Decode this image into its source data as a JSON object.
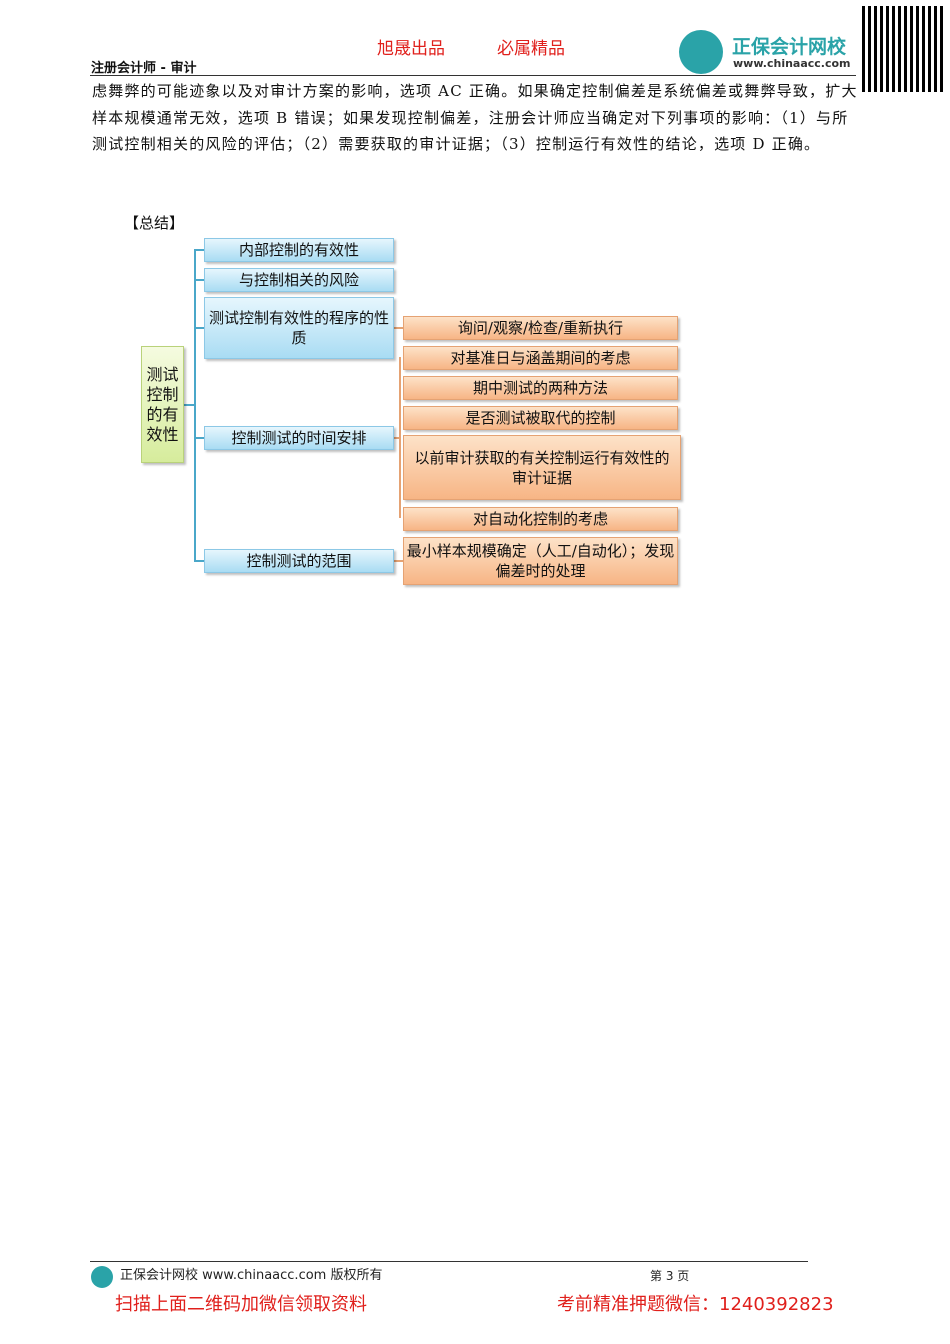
{
  "header": {
    "slogan_left": "旭晟出品",
    "slogan_right": "必属精品",
    "subject": "注册会计师 - 审计",
    "logo_cn": "正保会计网校",
    "logo_url": "www.chinaacc.com"
  },
  "body": {
    "paragraph": "虑舞弊的可能迹象以及对审计方案的影响，选项 AC 正确。如果确定控制偏差是系统偏差或舞弊导致，扩大样本规模通常无效，选项 B 错误；如果发现控制偏差，注册会计师应当确定对下列事项的影响：（1）与所测试控制相关的风险的评估；（2）需要获取的审计证据；（3）控制运行有效性的结论，选项 D 正确。",
    "summary_label": "【总结】"
  },
  "diagram": {
    "root": "测试控制的有效性",
    "branches": [
      "内部控制的有效性",
      "与控制相关的风险",
      "测试控制有效性的程序的性质",
      "控制测试的时间安排",
      "控制测试的范围"
    ],
    "nature_leaf": "询问/观察/检查/重新执行",
    "timing_leaves": [
      "对基准日与涵盖期间的考虑",
      "期中测试的两种方法",
      "是否测试被取代的控制",
      "以前审计获取的有关控制运行有效性的审计证据",
      "对自动化控制的考虑"
    ],
    "scope_leaf": "最小样本规模确定（人工/自动化）；发现偏差时的处理"
  },
  "footer": {
    "copyright": "正保会计网校 www.chinaacc.com 版权所有",
    "page": "第 3 页",
    "promo_left": "扫描上面二维码加微信领取资料",
    "promo_right": "考前精准押题微信：1240392823"
  }
}
